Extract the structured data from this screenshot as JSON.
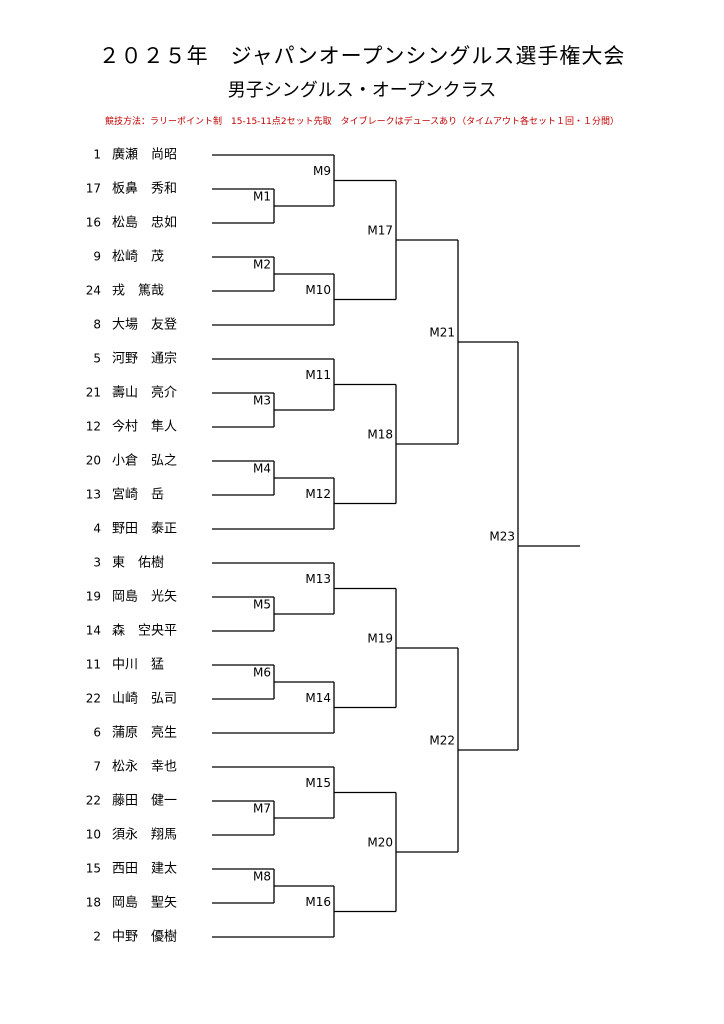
{
  "title": "２０２５年　ジャパンオープンシングルス選手権大会",
  "subtitle": "男子シングルス・オープンクラス",
  "rules": "競技方法：ラリーポイント制　15-15-11点2セット先取　タイブレークはデュースあり（タイムアウト各セット１回・１分間）",
  "players": [
    {
      "seed": "1",
      "name": "廣瀬　尚昭"
    },
    {
      "seed": "17",
      "name": "板鼻　秀和"
    },
    {
      "seed": "16",
      "name": "松島　忠如"
    },
    {
      "seed": "9",
      "name": "松崎　茂"
    },
    {
      "seed": "24",
      "name": "戎　篤哉"
    },
    {
      "seed": "8",
      "name": "大場　友登"
    },
    {
      "seed": "5",
      "name": "河野　通宗"
    },
    {
      "seed": "21",
      "name": "壽山　亮介"
    },
    {
      "seed": "12",
      "name": "今村　隼人"
    },
    {
      "seed": "20",
      "name": "小倉　弘之"
    },
    {
      "seed": "13",
      "name": "宮崎　岳"
    },
    {
      "seed": "4",
      "name": "野田　泰正"
    },
    {
      "seed": "3",
      "name": "東　佑樹"
    },
    {
      "seed": "19",
      "name": "岡島　光矢"
    },
    {
      "seed": "14",
      "name": "森　空央平"
    },
    {
      "seed": "11",
      "name": "中川　猛"
    },
    {
      "seed": "22",
      "name": "山崎　弘司"
    },
    {
      "seed": "6",
      "name": "蒲原　亮生"
    },
    {
      "seed": "7",
      "name": "松永　幸也"
    },
    {
      "seed": "22",
      "name": "藤田　健一"
    },
    {
      "seed": "10",
      "name": "須永　翔馬"
    },
    {
      "seed": "15",
      "name": "西田　建太"
    },
    {
      "seed": "18",
      "name": "岡島　聖矢"
    },
    {
      "seed": "2",
      "name": "中野　優樹"
    }
  ],
  "matches": {
    "round1": [
      "M1",
      "M2",
      "M3",
      "M4",
      "M5",
      "M6",
      "M7",
      "M8"
    ],
    "round2": [
      "M9",
      "M10",
      "M11",
      "M12",
      "M13",
      "M14",
      "M15",
      "M16"
    ],
    "quarterfinals": [
      "M17",
      "M18",
      "M19",
      "M20"
    ],
    "semifinals": [
      "M21",
      "M22"
    ],
    "final": "M23"
  }
}
